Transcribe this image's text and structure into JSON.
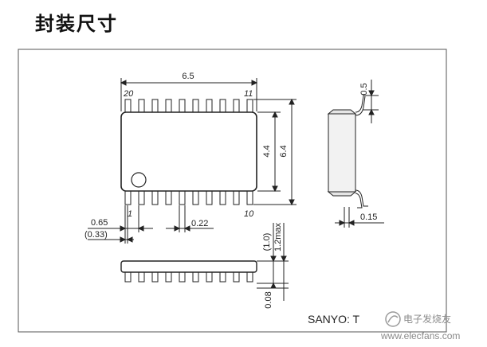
{
  "heading": "封装尺寸",
  "dims": {
    "body_length": "6.5",
    "body_width": "4.4",
    "total_width": "6.4",
    "lead_top": "0.5",
    "pitch": "0.65",
    "pitch_offset": "(0.33)",
    "lead_width": "0.22",
    "lead_thickness": "0.15",
    "body_height": "(1.0)",
    "max_height": "1.2max",
    "standoff": "0.08"
  },
  "pins": {
    "top_left": "20",
    "top_right": "11",
    "bottom_left": "1",
    "bottom_right": "10"
  },
  "model_label": "SANYO: T",
  "watermark": "电子发烧友",
  "watermark_url": "www.elecfans.com",
  "colors": {
    "line": "#222222",
    "border": "#555555"
  }
}
